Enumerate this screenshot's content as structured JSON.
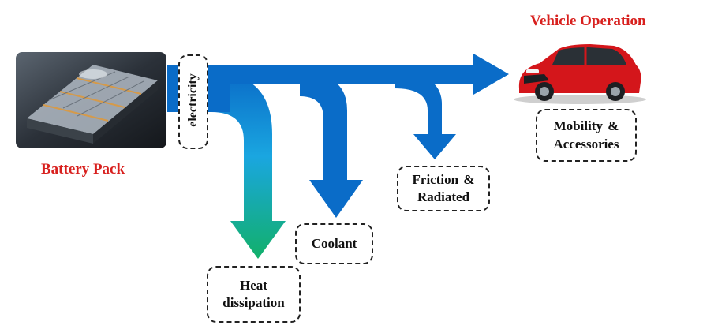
{
  "battery": {
    "label": "Battery Pack"
  },
  "vehicle": {
    "label": "Vehicle Operation"
  },
  "flows": {
    "electricity": "electricity",
    "heat": "Heat dissipation",
    "coolant": "Coolant",
    "friction": "Friction & Radiated",
    "mobility": "Mobility & Accessories"
  },
  "colors": {
    "flow_blue": "#0a6cc8",
    "heat_green": "#12b06a",
    "title_red": "#d8201e",
    "car_red": "#d4161b"
  },
  "icons": {
    "battery": "battery-pack-icon",
    "car": "car-icon"
  }
}
